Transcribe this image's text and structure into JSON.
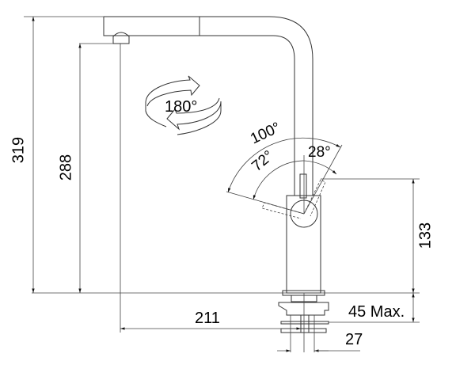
{
  "dimensions": {
    "total_height": "319",
    "spout_height": "288",
    "body_height": "133",
    "reach": "211",
    "mount_thickness": "45 Max.",
    "hole_diameter": "27"
  },
  "angles": {
    "swivel": "180°",
    "lever_total": "100°",
    "lever_back": "72°",
    "lever_front": "28°"
  },
  "colors": {
    "line": "#333333",
    "background": "#ffffff"
  }
}
